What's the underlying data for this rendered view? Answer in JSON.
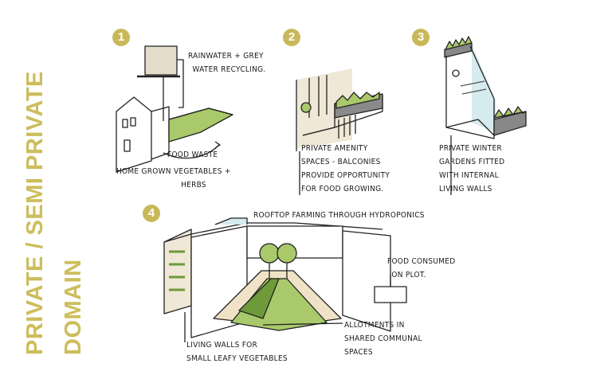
{
  "title": {
    "line1": "PRIVATE / SEMI PRIVATE",
    "line2": "DOMAIN"
  },
  "accent_color": "#c8b85a",
  "panels": [
    {
      "number": "1",
      "labels": {
        "recycling": [
          "RAINWATER + GREY",
          "WATER RECYCLING."
        ],
        "waste": "FOOD WASTE",
        "caption": [
          "HOME GROWN VEGETABLES +",
          "HERBS"
        ]
      }
    },
    {
      "number": "2",
      "caption": [
        "PRIVATE AMENITY",
        "SPACES - BALCONIES",
        "PROVIDE OPPORTUNITY",
        "FOR FOOD GROWING."
      ]
    },
    {
      "number": "3",
      "caption": [
        "PRIVATE WINTER",
        "GARDENS FITTED",
        "WITH INTERNAL",
        "LIVING WALLS"
      ]
    },
    {
      "number": "4",
      "labels": {
        "rooftop": "ROOFTOP FARMING THROUGH HYDROPONICS",
        "food": [
          "FOOD CONSUMED",
          "ON PLOT."
        ],
        "allotments": [
          "ALLOTMENTS IN",
          "SHARED COMMUNAL",
          "SPACES"
        ],
        "walls": [
          "LIVING WALLS FOR",
          "SMALL LEAFY VEGETABLES"
        ]
      }
    }
  ]
}
